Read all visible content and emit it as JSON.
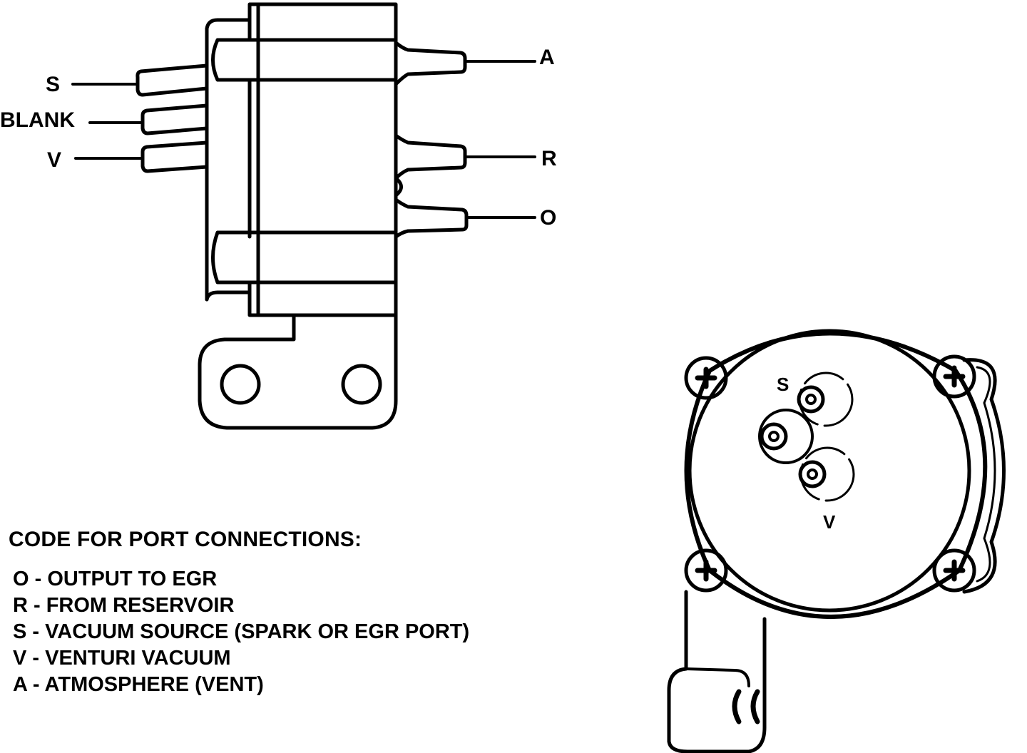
{
  "side_view": {
    "ports_left": [
      "S",
      "BLANK",
      "V"
    ],
    "ports_right": [
      "A",
      "R",
      "O"
    ]
  },
  "top_view": {
    "port_labels": [
      "S",
      "V"
    ]
  },
  "legend": {
    "title": "CODE FOR PORT CONNECTIONS:",
    "entries": [
      "O - OUTPUT TO EGR",
      "R - FROM RESERVOIR",
      "S - VACUUM SOURCE (SPARK OR EGR PORT)",
      "V - VENTURI VACUUM",
      "A - ATMOSPHERE (VENT)"
    ]
  }
}
